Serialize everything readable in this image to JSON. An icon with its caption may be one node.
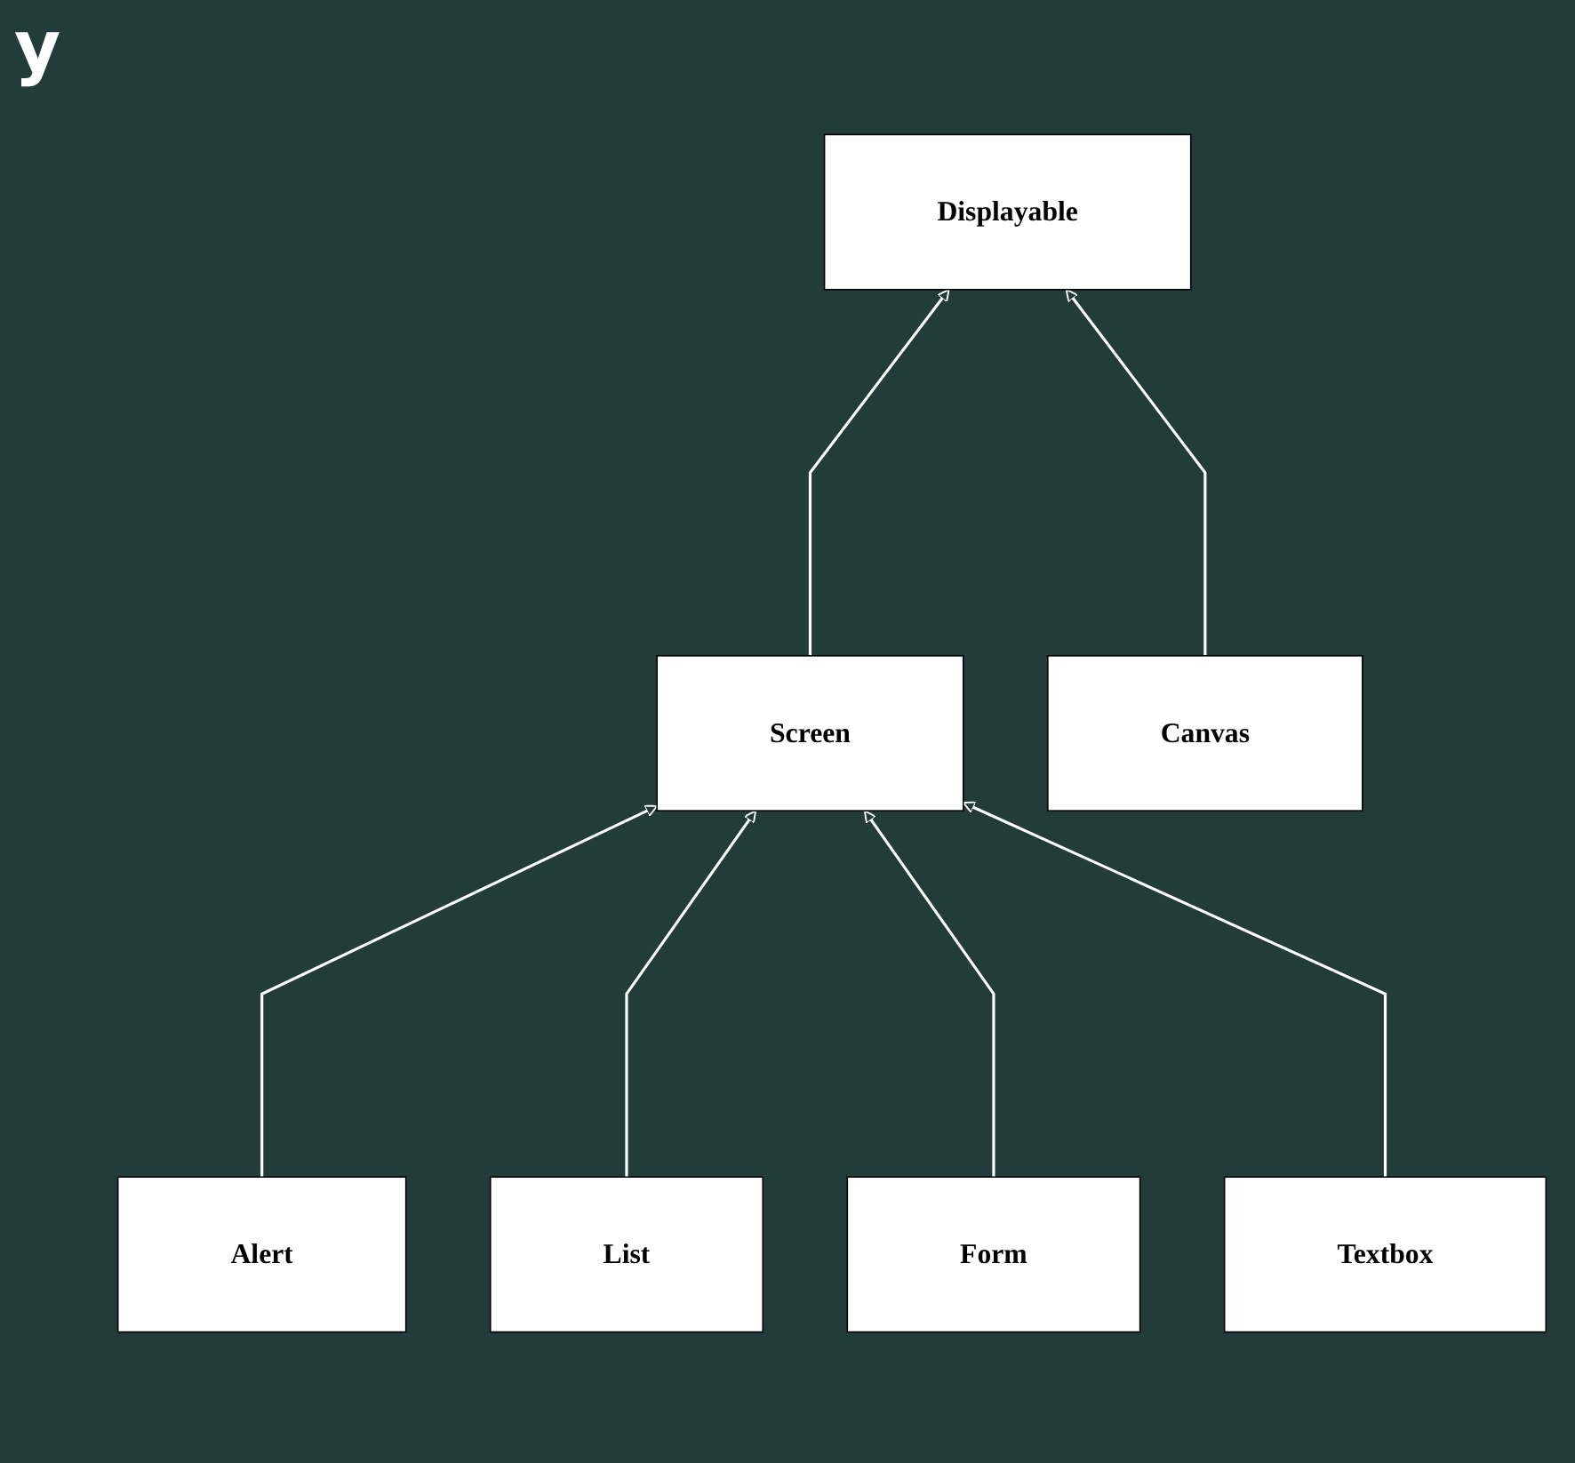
{
  "diagram": {
    "title": "y",
    "nodes": [
      {
        "text": [
          "Displayable"
        ]
      },
      {
        "text": [
          "Screen"
        ]
      },
      {
        "text": [
          "Canvas"
        ]
      },
      {
        "text": [
          "Alert"
        ]
      },
      {
        "text": [
          "Textbox"
        ]
      },
      {
        "text": [
          "List"
        ]
      },
      {
        "text": [
          "Form"
        ]
      }
    ],
    "edges": [
      {
        "from": 1,
        "to": 0,
        "arrow": "to"
      },
      {
        "from": 2,
        "to": 0,
        "arrow": "to"
      },
      {
        "from": 3,
        "to": 1,
        "arrow": "to"
      },
      {
        "from": 5,
        "to": 1,
        "arrow": "to"
      },
      {
        "from": 6,
        "to": 1,
        "arrow": "to"
      },
      {
        "from": 4,
        "to": 1,
        "arrow": "to"
      }
    ]
  }
}
